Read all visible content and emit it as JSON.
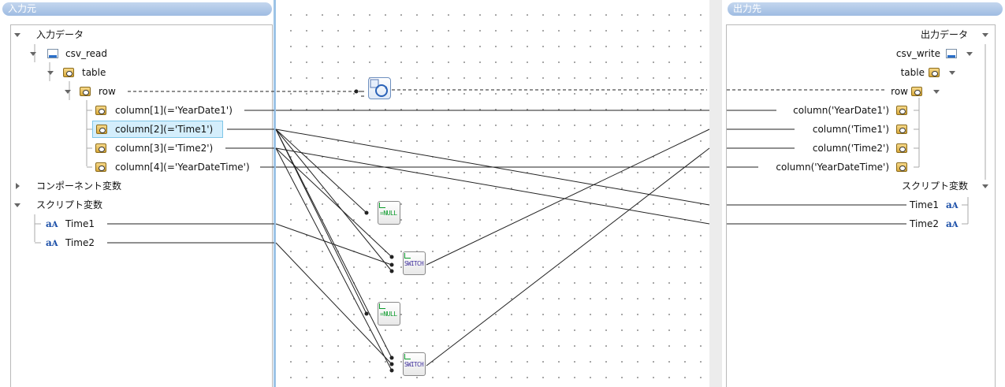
{
  "input_pane": {
    "header": "入力元",
    "root_label": "入力データ",
    "csv_read": "csv_read",
    "table": "table",
    "row": "row",
    "columns": [
      "column[1](='YearDate1')",
      "column[2](='Time1')",
      "column[3](='Time2')",
      "column[4](='YearDateTime')"
    ],
    "component_vars": "コンポーネント変数",
    "script_vars": "スクリプト変数",
    "vars": [
      "Time1",
      "Time2"
    ]
  },
  "output_pane": {
    "header": "出力先",
    "root_label": "出力データ",
    "csv_write": "csv_write",
    "table": "table",
    "row": "row",
    "columns": [
      "column('YearDate1')",
      "column('Time1')",
      "column('Time2')",
      "column('YearDateTime')"
    ],
    "script_vars": "スクリプト変数",
    "vars": [
      "Time1",
      "Time2"
    ]
  },
  "mapping_canvas": {
    "nodes": [
      {
        "kind": "null-check",
        "label": "=NULL"
      },
      {
        "kind": "switch",
        "label": "SWITCH"
      },
      {
        "kind": "null-check",
        "label": "=NULL"
      },
      {
        "kind": "switch",
        "label": "SWITCH"
      }
    ]
  },
  "colors": {
    "header": "#a8c3e6",
    "selected": "#d4eefc",
    "null_text": "#0a9a2a",
    "switch_text": "#3a2a9a",
    "line": "#222222"
  }
}
